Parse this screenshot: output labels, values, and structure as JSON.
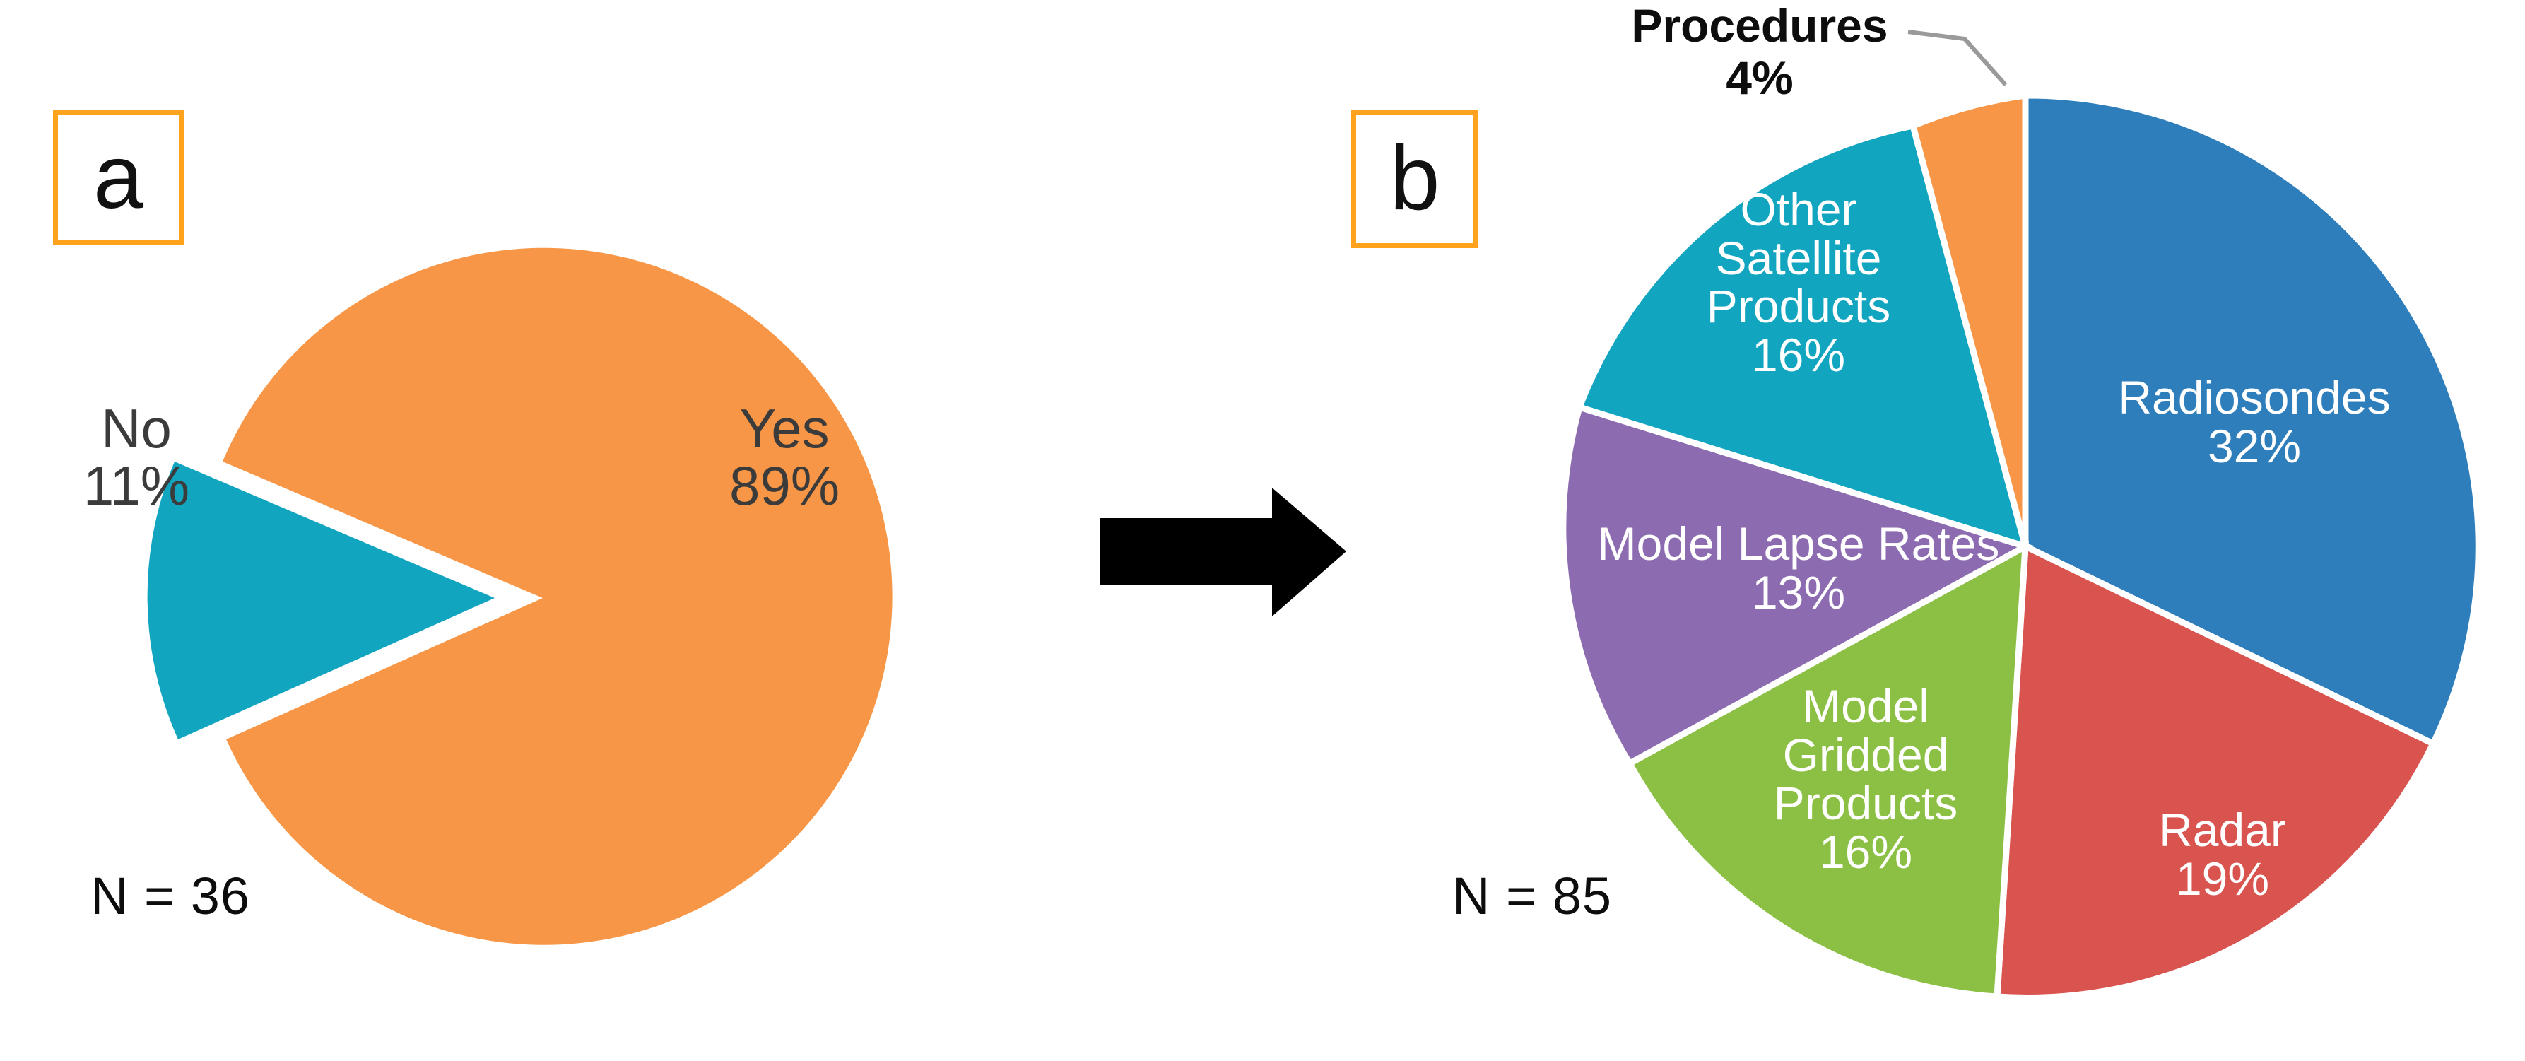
{
  "figure": {
    "background_color": "#ffffff",
    "panel_tag_border_color": "#FFA21E",
    "arrow_color": "#000000",
    "leader_line_color": "#9a9a9a"
  },
  "panels": {
    "a": {
      "tag": "a",
      "n_label": "N = 36"
    },
    "b": {
      "tag": "b",
      "n_label": "N = 85"
    }
  },
  "chart_data": [
    {
      "type": "pie",
      "panel": "a",
      "title": "",
      "n": 36,
      "n_label": "N = 36",
      "legend": "none",
      "labels_position": "inside",
      "start_angle_deg": -25,
      "direction": "clockwise",
      "categories": [
        "Yes",
        "No"
      ],
      "values": [
        89,
        11
      ],
      "value_unit": "%",
      "colors": [
        "#F79646",
        "#12A5C0"
      ],
      "exploded": [
        "No"
      ],
      "label_texts": [
        "Yes\n89%",
        "No\n11%"
      ],
      "label_colors": [
        "#3b3b3b",
        "#3b3b3b"
      ]
    },
    {
      "type": "pie",
      "panel": "b",
      "title": "",
      "n": 85,
      "n_label": "N = 85",
      "legend": "none",
      "labels_position": "inside",
      "start_angle_deg": 0,
      "direction": "clockwise",
      "categories": [
        "Radiosondes",
        "Radar",
        "Model Gridded Products",
        "Model Lapse Rates",
        "Other Satellite Products",
        "Procedures"
      ],
      "values": [
        32,
        19,
        16,
        13,
        16,
        4
      ],
      "value_unit": "%",
      "colors": [
        "#2E7EBB",
        "#D9534F",
        "#8CC044",
        "#8C6BB1",
        "#12A5C0",
        "#F79646"
      ],
      "exploded": [],
      "label_texts": [
        "Radiosondes\n32%",
        "Radar\n19%",
        "Model\nGridded\nProducts\n16%",
        "Model Lapse Rates\n13%",
        "Other\nSatellite\nProducts\n16%",
        "Procedures\n4%"
      ],
      "label_colors": [
        "#ffffff",
        "#ffffff",
        "#ffffff",
        "#ffffff",
        "#ffffff",
        "#0d0d0d"
      ],
      "callout_labels": [
        "Procedures"
      ]
    }
  ],
  "slices_a": [
    {
      "name": "Yes",
      "value": 89,
      "label": "Yes\n89%",
      "color": "#F79646"
    },
    {
      "name": "No",
      "value": 11,
      "label": "No\n11%",
      "color": "#12A5C0"
    }
  ],
  "slices_b": [
    {
      "name": "Radiosondes",
      "value": 32,
      "label": "Radiosondes\n32%",
      "color": "#2E7EBB"
    },
    {
      "name": "Radar",
      "value": 19,
      "label": "Radar\n19%",
      "color": "#D9534F"
    },
    {
      "name": "Model Gridded Products",
      "value": 16,
      "label": "Model\nGridded\nProducts\n16%",
      "color": "#8CC044"
    },
    {
      "name": "Model Lapse Rates",
      "value": 13,
      "label": "Model Lapse Rates\n13%",
      "color": "#8C6BB1"
    },
    {
      "name": "Other Satellite Products",
      "value": 16,
      "label": "Other\nSatellite\nProducts\n16%",
      "color": "#12A5C0"
    },
    {
      "name": "Procedures",
      "value": 4,
      "label": "Procedures\n4%",
      "color": "#F79646"
    }
  ],
  "arrow": {
    "name": "transition-arrow",
    "direction": "right"
  }
}
